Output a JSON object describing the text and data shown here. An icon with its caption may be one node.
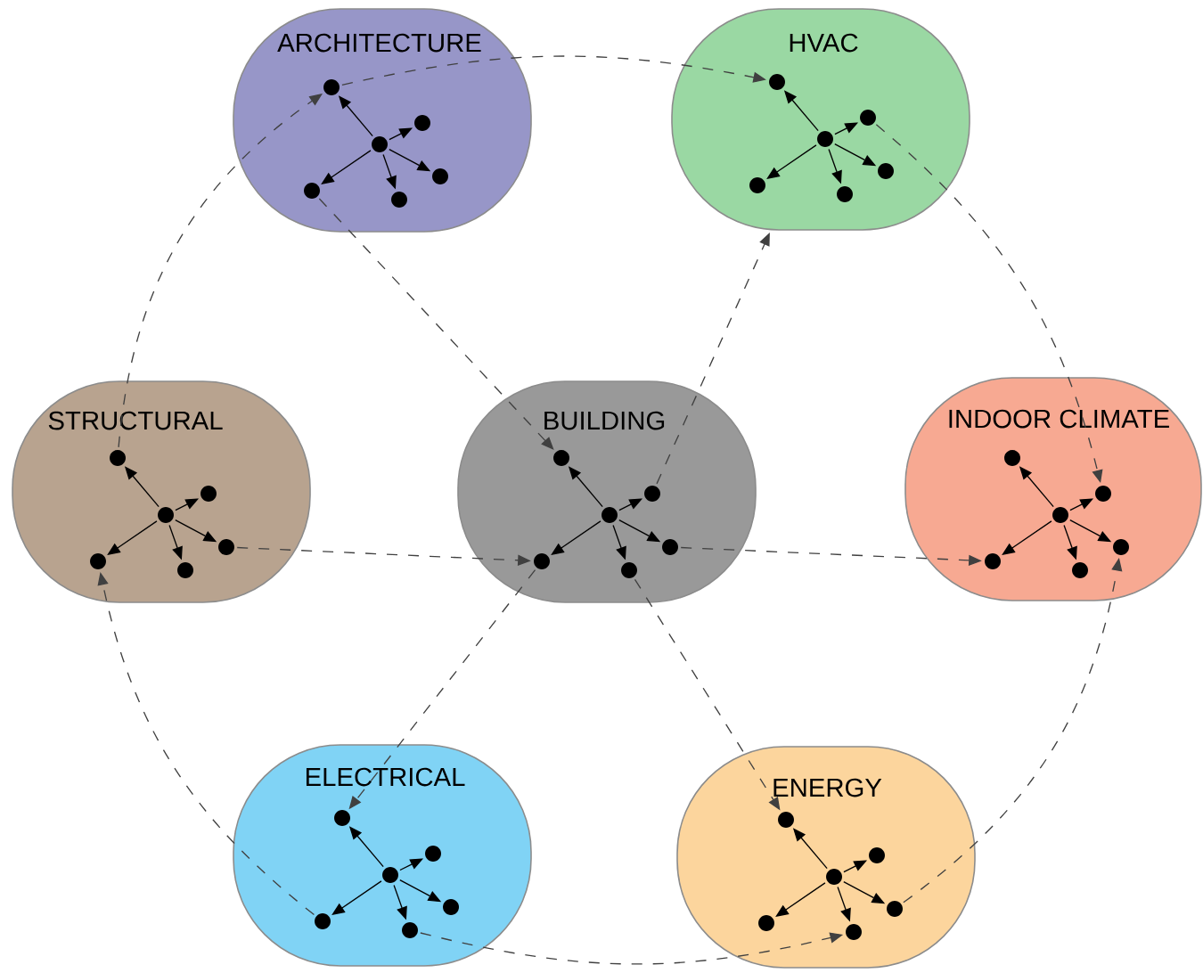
{
  "diagram": {
    "nodes": [
      {
        "text": [
          "ARCHITECTURE"
        ]
      },
      {
        "text": [],
        "shape": "circle",
        "in": 0
      },
      {
        "text": [],
        "shape": "circle",
        "in": 0
      },
      {
        "text": [],
        "shape": "circle",
        "in": 0
      },
      {
        "text": [],
        "shape": "circle",
        "in": 0
      },
      {
        "text": [],
        "shape": "circle",
        "in": 0
      },
      {
        "text": [],
        "shape": "circle",
        "in": 0
      },
      {
        "text": [
          "HVAC"
        ]
      },
      {
        "text": [],
        "shape": "circle",
        "in": 7
      },
      {
        "text": [],
        "shape": "circle",
        "in": 7
      },
      {
        "text": [],
        "shape": "circle",
        "in": 7
      },
      {
        "text": [],
        "shape": "circle",
        "in": 7
      },
      {
        "text": [],
        "shape": "circle",
        "in": 7
      },
      {
        "text": [],
        "shape": "circle",
        "in": 7
      },
      {
        "text": [
          "STRUCTURAL"
        ]
      },
      {
        "text": [],
        "shape": "circle",
        "in": 14
      },
      {
        "text": [],
        "shape": "circle",
        "in": 14
      },
      {
        "text": [],
        "shape": "circle",
        "in": 14
      },
      {
        "text": [],
        "shape": "circle",
        "in": 14
      },
      {
        "text": [],
        "shape": "circle",
        "in": 14
      },
      {
        "text": [],
        "shape": "circle",
        "in": 14
      },
      {
        "text": [
          "BUILDING"
        ]
      },
      {
        "text": [],
        "shape": "circle",
        "in": 21
      },
      {
        "text": [],
        "shape": "circle",
        "in": 21
      },
      {
        "text": [],
        "shape": "circle",
        "in": 21
      },
      {
        "text": [],
        "shape": "circle",
        "in": 21
      },
      {
        "text": [],
        "shape": "circle",
        "in": 21
      },
      {
        "text": [],
        "shape": "circle",
        "in": 21
      },
      {
        "text": [
          "INDOOR CLIMATE"
        ]
      },
      {
        "text": [],
        "shape": "circle",
        "in": 28
      },
      {
        "text": [],
        "shape": "circle",
        "in": 28
      },
      {
        "text": [],
        "shape": "circle",
        "in": 28
      },
      {
        "text": [],
        "shape": "circle",
        "in": 28
      },
      {
        "text": [],
        "shape": "circle",
        "in": 28
      },
      {
        "text": [],
        "shape": "circle",
        "in": 28
      },
      {
        "text": [
          "ELECTRICAL"
        ]
      },
      {
        "text": [],
        "shape": "circle",
        "in": 35
      },
      {
        "text": [],
        "shape": "circle",
        "in": 35
      },
      {
        "text": [],
        "shape": "circle",
        "in": 35
      },
      {
        "text": [],
        "shape": "circle",
        "in": 35
      },
      {
        "text": [],
        "shape": "circle",
        "in": 35
      },
      {
        "text": [],
        "shape": "circle",
        "in": 35
      },
      {
        "text": [
          "ENERGY"
        ]
      },
      {
        "text": [],
        "shape": "circle",
        "in": 42
      },
      {
        "text": [],
        "shape": "circle",
        "in": 42
      },
      {
        "text": [],
        "shape": "circle",
        "in": 42
      },
      {
        "text": [],
        "shape": "circle",
        "in": 42
      },
      {
        "text": [],
        "shape": "circle",
        "in": 42
      },
      {
        "text": [],
        "shape": "circle",
        "in": 42
      }
    ],
    "edges": [
      {
        "from": 1,
        "to": 2,
        "arrow": "to"
      },
      {
        "from": 1,
        "to": 3,
        "arrow": "to"
      },
      {
        "from": 1,
        "to": 4,
        "arrow": "to"
      },
      {
        "from": 1,
        "to": 5,
        "arrow": "to"
      },
      {
        "from": 1,
        "to": 6,
        "arrow": "to"
      },
      {
        "from": 8,
        "to": 9,
        "arrow": "to"
      },
      {
        "from": 8,
        "to": 10,
        "arrow": "to"
      },
      {
        "from": 8,
        "to": 11,
        "arrow": "to"
      },
      {
        "from": 8,
        "to": 12,
        "arrow": "to"
      },
      {
        "from": 8,
        "to": 13,
        "arrow": "to"
      },
      {
        "from": 15,
        "to": 16,
        "arrow": "to"
      },
      {
        "from": 15,
        "to": 17,
        "arrow": "to"
      },
      {
        "from": 15,
        "to": 18,
        "arrow": "to"
      },
      {
        "from": 15,
        "to": 19,
        "arrow": "to"
      },
      {
        "from": 15,
        "to": 20,
        "arrow": "to"
      },
      {
        "from": 22,
        "to": 23,
        "arrow": "to"
      },
      {
        "from": 22,
        "to": 24,
        "arrow": "to"
      },
      {
        "from": 22,
        "to": 25,
        "arrow": "to"
      },
      {
        "from": 22,
        "to": 26,
        "arrow": "to"
      },
      {
        "from": 22,
        "to": 27,
        "arrow": "to"
      },
      {
        "from": 29,
        "to": 30,
        "arrow": "to"
      },
      {
        "from": 29,
        "to": 31,
        "arrow": "to"
      },
      {
        "from": 29,
        "to": 32,
        "arrow": "to"
      },
      {
        "from": 29,
        "to": 33,
        "arrow": "to"
      },
      {
        "from": 29,
        "to": 34,
        "arrow": "to"
      },
      {
        "from": 36,
        "to": 37,
        "arrow": "to"
      },
      {
        "from": 36,
        "to": 38,
        "arrow": "to"
      },
      {
        "from": 36,
        "to": 39,
        "arrow": "to"
      },
      {
        "from": 36,
        "to": 40,
        "arrow": "to"
      },
      {
        "from": 36,
        "to": 41,
        "arrow": "to"
      },
      {
        "from": 43,
        "to": 44,
        "arrow": "to"
      },
      {
        "from": 43,
        "to": 45,
        "arrow": "to"
      },
      {
        "from": 43,
        "to": 46,
        "arrow": "to"
      },
      {
        "from": 43,
        "to": 47,
        "arrow": "to"
      },
      {
        "from": 43,
        "to": 48,
        "arrow": "to"
      },
      {
        "from": 16,
        "to": 2,
        "arrow": "to",
        "style": "dashed"
      },
      {
        "from": 2,
        "to": 9,
        "arrow": "to",
        "style": "dashed"
      },
      {
        "from": 10,
        "to": 31,
        "arrow": "to",
        "style": "dashed"
      },
      {
        "from": 46,
        "to": 32,
        "arrow": "to",
        "style": "dashed"
      },
      {
        "from": 40,
        "to": 47,
        "arrow": "to",
        "style": "dashed"
      },
      {
        "from": 41,
        "to": 20,
        "arrow": "to",
        "style": "dashed"
      },
      {
        "from": 18,
        "to": 27,
        "arrow": "to",
        "style": "dashed"
      },
      {
        "from": 25,
        "to": 34,
        "arrow": "to",
        "style": "dashed"
      },
      {
        "from": 6,
        "to": 23,
        "arrow": "to",
        "style": "dashed"
      },
      {
        "from": 24,
        "to": 7,
        "arrow": "to",
        "style": "dashed"
      },
      {
        "from": 26,
        "to": 44,
        "arrow": "to",
        "style": "dashed"
      },
      {
        "from": 27,
        "to": 37,
        "arrow": "to",
        "style": "dashed"
      }
    ]
  }
}
